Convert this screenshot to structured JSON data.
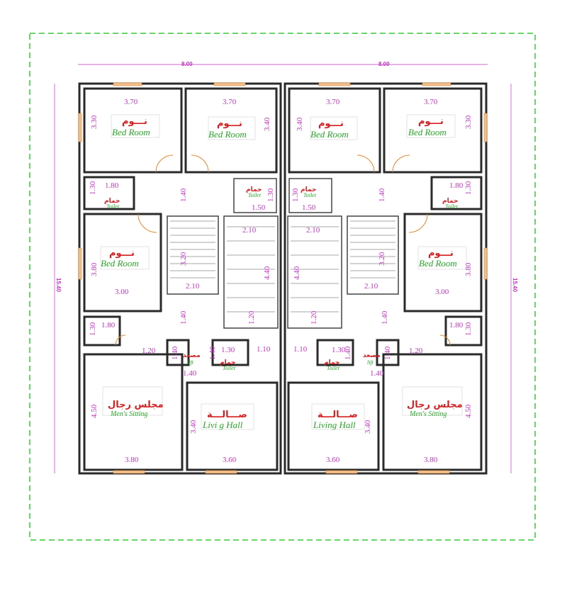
{
  "overall": {
    "width_left": "8.00",
    "width_right": "8.00",
    "depth_left": "15.40",
    "depth_right": "15.40"
  },
  "rooms": {
    "bedroom_ar": "نـــوم",
    "bedroom_en": "Bed Room",
    "bath_ar": "حمام",
    "toilet_en": "Toilet",
    "lift_ar": "مصعد",
    "lift_en": "lift",
    "men_sitting_ar": "مجلس رجال",
    "men_sitting_en": "Men's Sitting",
    "living_ar": "صـــالـــة",
    "living_en_left": "Livi g Hall",
    "living_en_right": "Living Hall"
  },
  "dims": {
    "d370": "3.70",
    "d330": "3.30",
    "d340": "3.40",
    "d180": "1.80",
    "d130": "1.30",
    "d140": "1.40",
    "d150": "1.50",
    "d210": "2.10",
    "d320": "3.20",
    "d380": "3.80",
    "d300": "3.00",
    "d440": "4.40",
    "d120": "1.20",
    "d110": "1.10",
    "d450": "4.50",
    "d360": "3.60"
  }
}
